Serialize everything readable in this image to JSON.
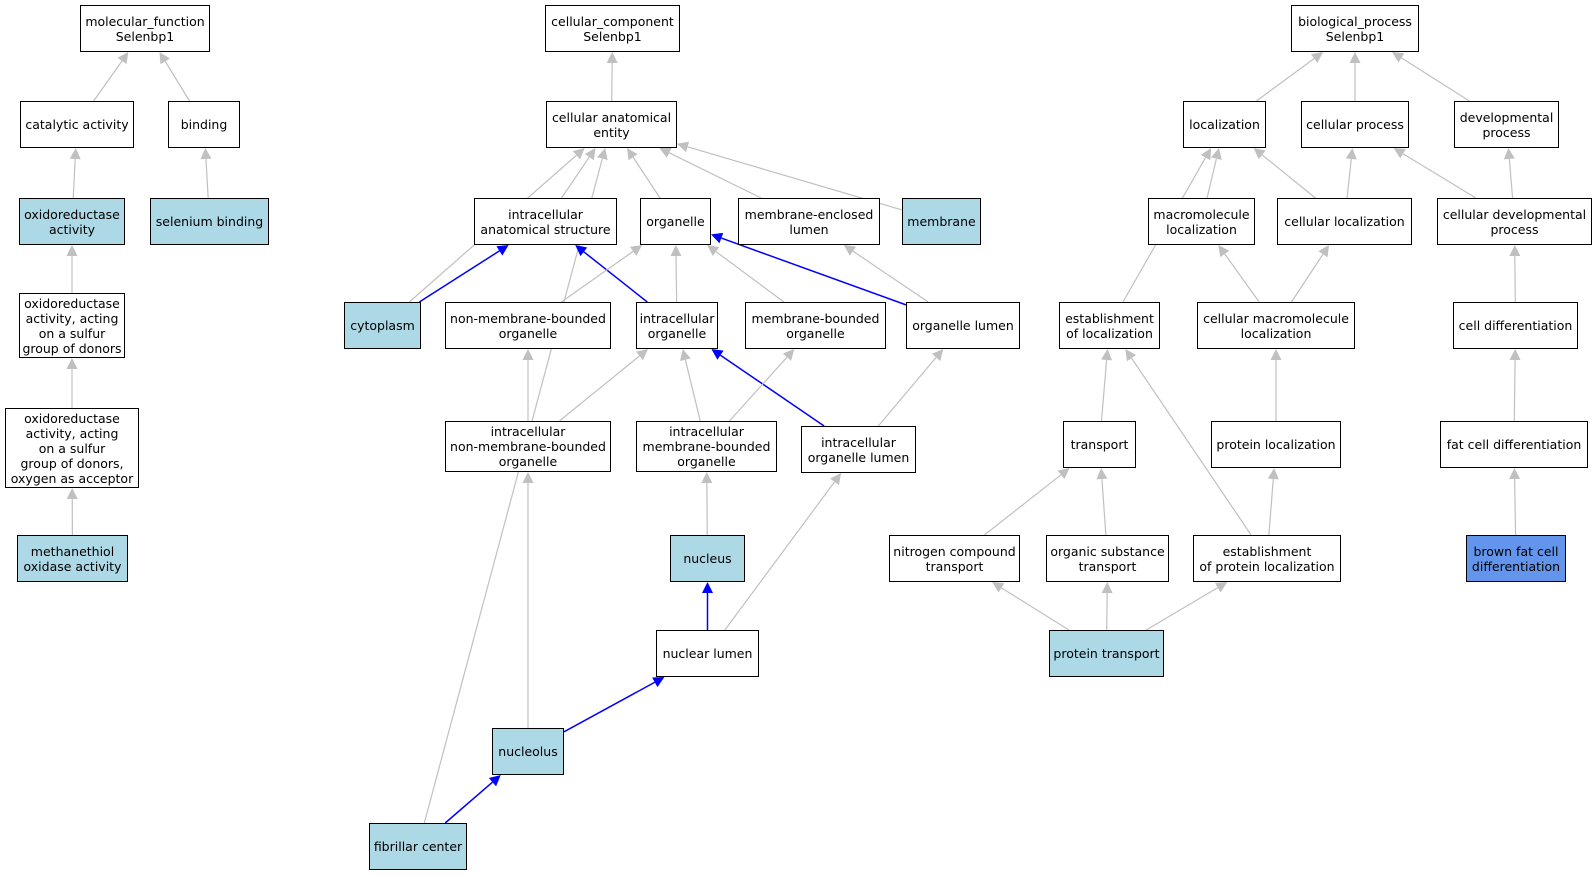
{
  "colors": {
    "default_fill": "#ffffff",
    "annotated_fill": "#add8e6",
    "focus_fill": "#6495ed",
    "edge_gray": "#c0c0c0",
    "edge_highlight": "#0000ff",
    "border": "#000000"
  },
  "nodes": [
    {
      "id": "mf",
      "label": "molecular_function\nSelenbp1",
      "style": "default"
    },
    {
      "id": "catalytic",
      "label": "catalytic activity",
      "style": "default"
    },
    {
      "id": "binding",
      "label": "binding",
      "style": "default"
    },
    {
      "id": "oxred",
      "label": "oxidoreductase\nactivity",
      "style": "annotated"
    },
    {
      "id": "selenium",
      "label": "selenium binding",
      "style": "annotated"
    },
    {
      "id": "oxsulfur",
      "label": "oxidoreductase\nactivity, acting\non a sulfur\ngroup of donors",
      "style": "default"
    },
    {
      "id": "oxsulfuro2",
      "label": "oxidoreductase\nactivity, acting\non a sulfur\ngroup of donors,\noxygen as acceptor",
      "style": "default"
    },
    {
      "id": "methanethiol",
      "label": "methanethiol\noxidase activity",
      "style": "annotated"
    },
    {
      "id": "cc",
      "label": "cellular_component\nSelenbp1",
      "style": "default"
    },
    {
      "id": "cae",
      "label": "cellular anatomical\nentity",
      "style": "default"
    },
    {
      "id": "ias",
      "label": "intracellular\nanatomical structure",
      "style": "default"
    },
    {
      "id": "organelle",
      "label": "organelle",
      "style": "default"
    },
    {
      "id": "mel",
      "label": "membrane-enclosed\nlumen",
      "style": "default"
    },
    {
      "id": "membrane",
      "label": "membrane",
      "style": "annotated"
    },
    {
      "id": "cytoplasm",
      "label": "cytoplasm",
      "style": "annotated"
    },
    {
      "id": "nmbo",
      "label": "non-membrane-bounded\norganelle",
      "style": "default"
    },
    {
      "id": "io",
      "label": "intracellular\norganelle",
      "style": "default"
    },
    {
      "id": "mbo",
      "label": "membrane-bounded\norganelle",
      "style": "default"
    },
    {
      "id": "ol",
      "label": "organelle lumen",
      "style": "default"
    },
    {
      "id": "inmbo",
      "label": "intracellular\nnon-membrane-bounded\norganelle",
      "style": "default"
    },
    {
      "id": "imbo",
      "label": "intracellular\nmembrane-bounded\norganelle",
      "style": "default"
    },
    {
      "id": "iol",
      "label": "intracellular\norganelle lumen",
      "style": "default"
    },
    {
      "id": "nucleus",
      "label": "nucleus",
      "style": "annotated"
    },
    {
      "id": "nl",
      "label": "nuclear lumen",
      "style": "default"
    },
    {
      "id": "nucleolus",
      "label": "nucleolus",
      "style": "annotated"
    },
    {
      "id": "fc",
      "label": "fibrillar center",
      "style": "annotated"
    },
    {
      "id": "bp",
      "label": "biological_process\nSelenbp1",
      "style": "default"
    },
    {
      "id": "loc",
      "label": "localization",
      "style": "default"
    },
    {
      "id": "cp",
      "label": "cellular process",
      "style": "default"
    },
    {
      "id": "dp",
      "label": "developmental\nprocess",
      "style": "default"
    },
    {
      "id": "ml",
      "label": "macromolecule\nlocalization",
      "style": "default"
    },
    {
      "id": "cl",
      "label": "cellular localization",
      "style": "default"
    },
    {
      "id": "cdp",
      "label": "cellular developmental\nprocess",
      "style": "default"
    },
    {
      "id": "eol",
      "label": "establishment\nof localization",
      "style": "default"
    },
    {
      "id": "cml",
      "label": "cellular macromolecule\nlocalization",
      "style": "default"
    },
    {
      "id": "cdiff",
      "label": "cell differentiation",
      "style": "default"
    },
    {
      "id": "transport",
      "label": "transport",
      "style": "default"
    },
    {
      "id": "pl",
      "label": "protein localization",
      "style": "default"
    },
    {
      "id": "fcd",
      "label": "fat cell differentiation",
      "style": "default"
    },
    {
      "id": "nct",
      "label": "nitrogen compound\ntransport",
      "style": "default"
    },
    {
      "id": "ost",
      "label": "organic substance\ntransport",
      "style": "default"
    },
    {
      "id": "epl",
      "label": "establishment\nof protein localization",
      "style": "default"
    },
    {
      "id": "bfcd",
      "label": "brown fat cell\ndifferentiation",
      "style": "focus"
    },
    {
      "id": "pt",
      "label": "protein transport",
      "style": "annotated"
    }
  ],
  "edges": [
    {
      "from": "catalytic",
      "to": "mf",
      "highlight": false
    },
    {
      "from": "binding",
      "to": "mf",
      "highlight": false
    },
    {
      "from": "oxred",
      "to": "catalytic",
      "highlight": false
    },
    {
      "from": "selenium",
      "to": "binding",
      "highlight": false
    },
    {
      "from": "oxsulfur",
      "to": "oxred",
      "highlight": false
    },
    {
      "from": "oxsulfuro2",
      "to": "oxsulfur",
      "highlight": false
    },
    {
      "from": "methanethiol",
      "to": "oxsulfuro2",
      "highlight": false
    },
    {
      "from": "cae",
      "to": "cc",
      "highlight": false
    },
    {
      "from": "ias",
      "to": "cae",
      "highlight": false
    },
    {
      "from": "organelle",
      "to": "cae",
      "highlight": false
    },
    {
      "from": "mel",
      "to": "cae",
      "highlight": false
    },
    {
      "from": "membrane",
      "to": "cae",
      "highlight": false
    },
    {
      "from": "cytoplasm",
      "to": "cae",
      "highlight": false
    },
    {
      "from": "fc",
      "to": "cae",
      "highlight": false
    },
    {
      "from": "cytoplasm",
      "to": "ias",
      "highlight": true
    },
    {
      "from": "io",
      "to": "ias",
      "highlight": true
    },
    {
      "from": "ol",
      "to": "organelle",
      "highlight": true
    },
    {
      "from": "nmbo",
      "to": "organelle",
      "highlight": false
    },
    {
      "from": "io",
      "to": "organelle",
      "highlight": false
    },
    {
      "from": "mbo",
      "to": "organelle",
      "highlight": false
    },
    {
      "from": "ol",
      "to": "mel",
      "highlight": false
    },
    {
      "from": "inmbo",
      "to": "nmbo",
      "highlight": false
    },
    {
      "from": "inmbo",
      "to": "io",
      "highlight": false
    },
    {
      "from": "imbo",
      "to": "io",
      "highlight": false
    },
    {
      "from": "iol",
      "to": "io",
      "highlight": true
    },
    {
      "from": "imbo",
      "to": "mbo",
      "highlight": false
    },
    {
      "from": "iol",
      "to": "ol",
      "highlight": false
    },
    {
      "from": "nucleus",
      "to": "imbo",
      "highlight": false
    },
    {
      "from": "nl",
      "to": "nucleus",
      "highlight": true
    },
    {
      "from": "nl",
      "to": "iol",
      "highlight": false
    },
    {
      "from": "nucleolus",
      "to": "nl",
      "highlight": true
    },
    {
      "from": "nucleolus",
      "to": "inmbo",
      "highlight": false
    },
    {
      "from": "fc",
      "to": "nucleolus",
      "highlight": true
    },
    {
      "from": "loc",
      "to": "bp",
      "highlight": false
    },
    {
      "from": "cp",
      "to": "bp",
      "highlight": false
    },
    {
      "from": "dp",
      "to": "bp",
      "highlight": false
    },
    {
      "from": "ml",
      "to": "loc",
      "highlight": false
    },
    {
      "from": "cl",
      "to": "loc",
      "highlight": false
    },
    {
      "from": "eol",
      "to": "loc",
      "highlight": false
    },
    {
      "from": "cl",
      "to": "cp",
      "highlight": false
    },
    {
      "from": "cdp",
      "to": "cp",
      "highlight": false
    },
    {
      "from": "cdp",
      "to": "dp",
      "highlight": false
    },
    {
      "from": "cml",
      "to": "ml",
      "highlight": false
    },
    {
      "from": "cml",
      "to": "cl",
      "highlight": false
    },
    {
      "from": "cdiff",
      "to": "cdp",
      "highlight": false
    },
    {
      "from": "transport",
      "to": "eol",
      "highlight": false
    },
    {
      "from": "epl",
      "to": "eol",
      "highlight": false
    },
    {
      "from": "pl",
      "to": "cml",
      "highlight": false
    },
    {
      "from": "fcd",
      "to": "cdiff",
      "highlight": false
    },
    {
      "from": "nct",
      "to": "transport",
      "highlight": false
    },
    {
      "from": "ost",
      "to": "transport",
      "highlight": false
    },
    {
      "from": "epl",
      "to": "pl",
      "highlight": false
    },
    {
      "from": "bfcd",
      "to": "fcd",
      "highlight": false
    },
    {
      "from": "pt",
      "to": "nct",
      "highlight": false
    },
    {
      "from": "pt",
      "to": "ost",
      "highlight": false
    },
    {
      "from": "pt",
      "to": "epl",
      "highlight": false
    }
  ]
}
